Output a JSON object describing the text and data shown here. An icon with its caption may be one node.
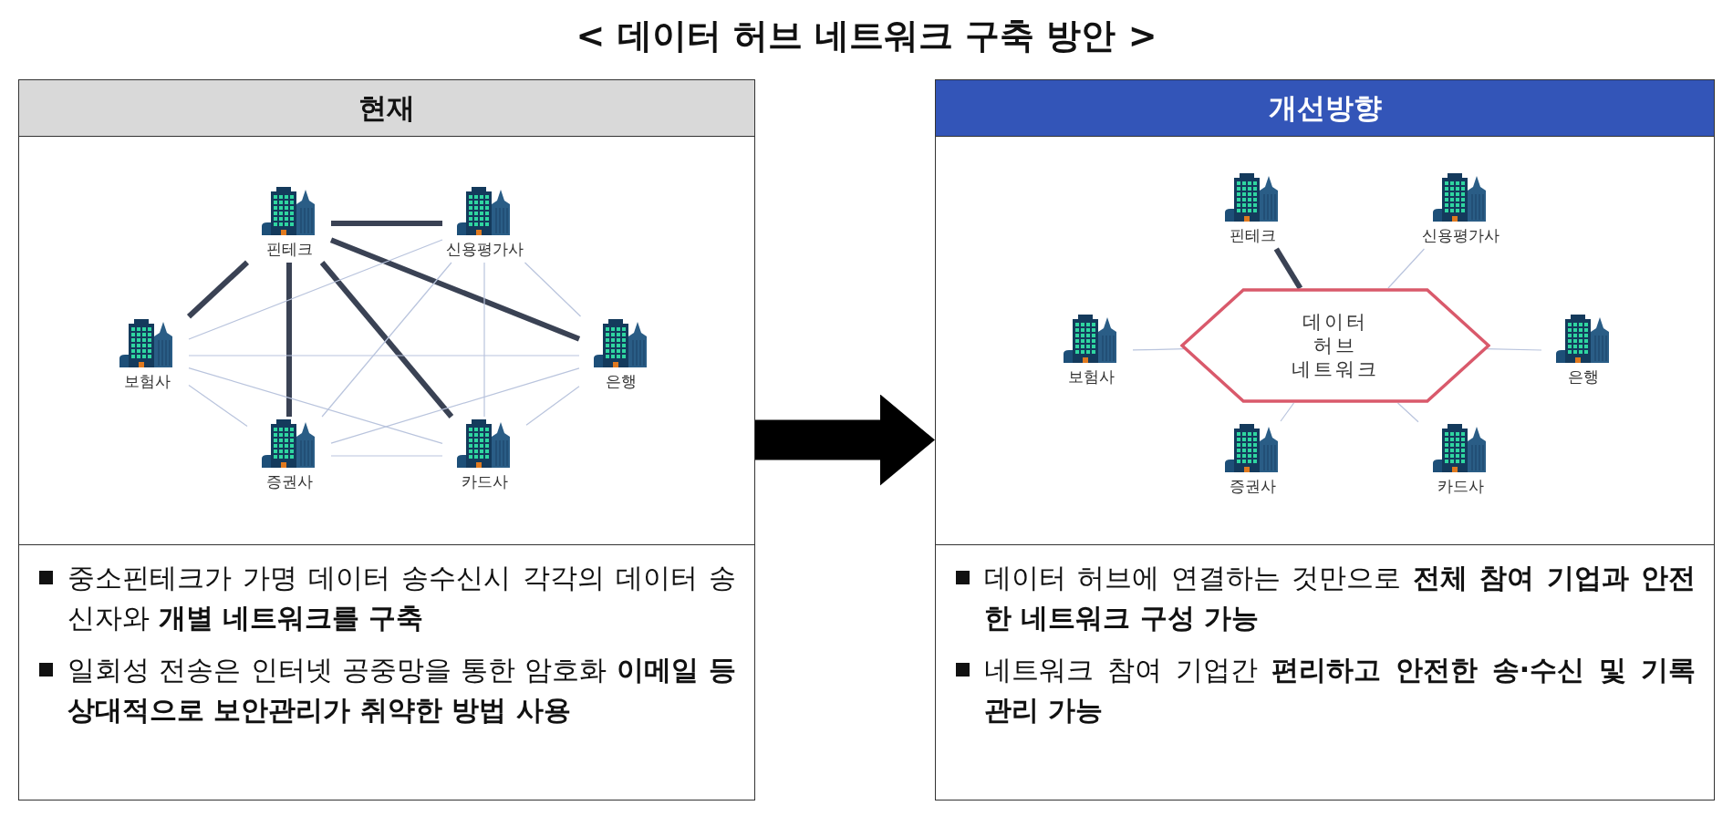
{
  "diagram": {
    "title": "< 데이터 허브 네트워크 구축 방안 >",
    "nodes": [
      {
        "text": [
          "현재",
          "중소핀테크가 가명 데이터 송수신시 각각의 데이터 송신자와 **개별 네트워크를 구축**",
          "일회성 전송은 인터넷 공중망을 통한 암호화 **이메일 등 상대적으로 보안관리가 취약한 방법 사용**"
        ]
      },
      {
        "text": [
          "핀테크"
        ],
        "in": 0
      },
      {
        "text": [
          "신용평가사"
        ],
        "in": 0
      },
      {
        "text": [
          "보험사"
        ],
        "in": 0
      },
      {
        "text": [
          "은행"
        ],
        "in": 0
      },
      {
        "text": [
          "증권사"
        ],
        "in": 0
      },
      {
        "text": [
          "카드사"
        ],
        "in": 0
      },
      {
        "text": [
          "개선방향",
          "데이터 허브에 연결하는 것만으로 **전체 참여 기업과 안전한 네트워크 구성 가능**",
          "네트워크 참여 기업간 **편리하고 안전한 송·수신 및 기록 관리 가능**"
        ]
      },
      {
        "text": [
          "데이터 허브 네트워크"
        ],
        "in": 7
      },
      {
        "text": [
          "핀테크"
        ],
        "in": 7
      },
      {
        "text": [
          "신용평가사"
        ],
        "in": 7
      },
      {
        "text": [
          "보험사"
        ],
        "in": 7
      },
      {
        "text": [
          "은행"
        ],
        "in": 7
      },
      {
        "text": [
          "증권사"
        ],
        "in": 7
      },
      {
        "text": [
          "카드사"
        ],
        "in": 7
      }
    ],
    "edges": [
      {
        "from": 0,
        "to": 7,
        "arrow": "to",
        "style": "thick",
        "color": "#000000"
      },
      {
        "from": 1,
        "to": 2,
        "arrow": "none",
        "style": "thick",
        "color": "#3a4254"
      },
      {
        "from": 1,
        "to": 3,
        "arrow": "none",
        "style": "thick",
        "color": "#3a4254"
      },
      {
        "from": 1,
        "to": 4,
        "arrow": "none",
        "style": "thick",
        "color": "#3a4254"
      },
      {
        "from": 1,
        "to": 5,
        "arrow": "none",
        "style": "thick",
        "color": "#3a4254"
      },
      {
        "from": 1,
        "to": 6,
        "arrow": "none",
        "style": "thick",
        "color": "#3a4254"
      },
      {
        "from": 2,
        "to": 3,
        "arrow": "none"
      },
      {
        "from": 2,
        "to": 4,
        "arrow": "none"
      },
      {
        "from": 2,
        "to": 5,
        "arrow": "none"
      },
      {
        "from": 2,
        "to": 6,
        "arrow": "none"
      },
      {
        "from": 3,
        "to": 4,
        "arrow": "none"
      },
      {
        "from": 3,
        "to": 5,
        "arrow": "none"
      },
      {
        "from": 3,
        "to": 6,
        "arrow": "none"
      },
      {
        "from": 4,
        "to": 5,
        "arrow": "none"
      },
      {
        "from": 4,
        "to": 6,
        "arrow": "none"
      },
      {
        "from": 5,
        "to": 6,
        "arrow": "none"
      },
      {
        "from": 9,
        "to": 8,
        "arrow": "none",
        "style": "thick",
        "color": "#3a4254"
      },
      {
        "from": 10,
        "to": 8,
        "arrow": "none"
      },
      {
        "from": 11,
        "to": 8,
        "arrow": "none"
      },
      {
        "from": 12,
        "to": 8,
        "arrow": "none"
      },
      {
        "from": 13,
        "to": 8,
        "arrow": "none"
      },
      {
        "from": 14,
        "to": 8,
        "arrow": "none"
      }
    ]
  }
}
